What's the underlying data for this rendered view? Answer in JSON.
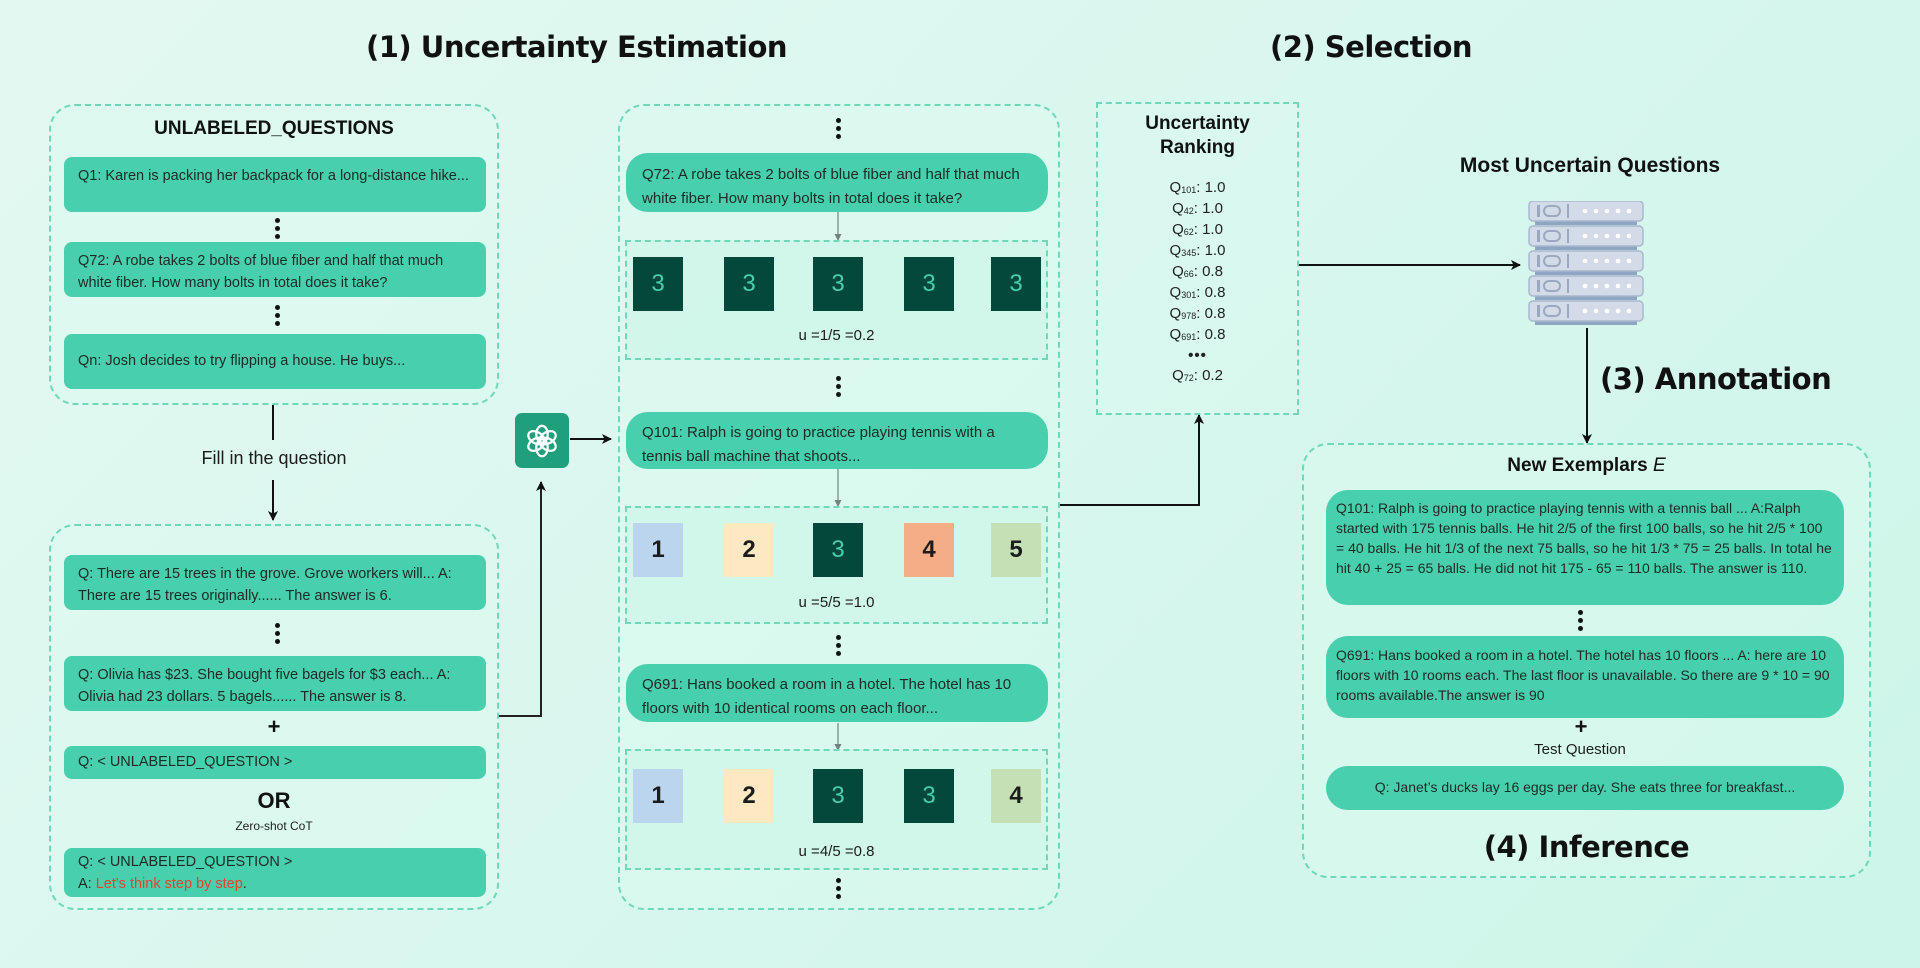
{
  "titles": {
    "uncertainty_estimation": "(1) Uncertainty Estimation",
    "selection": "(2) Selection",
    "annotation": "(3) Annotation",
    "inference": "(4) Inference",
    "most_uncertain": "Most Uncertain Questions"
  },
  "unlabeled": {
    "heading": "UNLABELED_QUESTIONS",
    "questions": [
      "Q1: Karen is packing her backpack for a long-distance hike...",
      "Q72: A robe takes 2 bolts of blue fiber and half that much white fiber. How many bolts in total does it take?",
      "Qn: Josh decides to try flipping a house.  He buys..."
    ]
  },
  "fill_label": "Fill in the question",
  "prompt": {
    "exemplars": [
      "Q: There are 15 trees in the grove. Grove workers will... A: There are 15 trees originally...... The answer is 6.",
      "Q: Olivia has $23. She bought five bagels for $3 each... A: Olivia had 23 dollars. 5 bagels...... The answer is 8."
    ],
    "plus": "+",
    "placeholder_question": "Q: < UNLABELED_QUESTION >",
    "or_label": "OR",
    "zero_shot_label": "Zero-shot CoT",
    "zs_question": "Q: < UNLABELED_QUESTION >",
    "zs_answer_prefix": "A: ",
    "zs_answer_trigger": "Let's think step by step",
    "zs_answer_suffix": "."
  },
  "llm_icon": "openai-logo-icon",
  "estimation": {
    "samples": [
      {
        "question": "Q72: A robe takes 2 bolts of blue fiber and half that much white fiber. How many bolts in total does it take?",
        "answers": [
          "3",
          "3",
          "3",
          "3",
          "3"
        ],
        "answer_styles": [
          "dark",
          "dark",
          "dark",
          "dark",
          "dark"
        ],
        "uncertainty": "u =1/5 =0.2"
      },
      {
        "question": "Q101: Ralph is going to practice playing tennis with a tennis ball machine that shoots...",
        "answers": [
          "1",
          "2",
          "3",
          "4",
          "5"
        ],
        "answer_styles": [
          "c1",
          "c2",
          "dark",
          "c4",
          "c5"
        ],
        "uncertainty": "u =5/5 =1.0"
      },
      {
        "question": "Q691: Hans booked a room in a hotel. The hotel has 10 floors with 10 identical rooms on each floor...",
        "answers": [
          "1",
          "2",
          "3",
          "3",
          "4"
        ],
        "answer_styles": [
          "c1",
          "c2",
          "dark",
          "dark",
          "c5"
        ],
        "uncertainty": "u =4/5 =0.8"
      }
    ]
  },
  "ranking": {
    "heading_line1": "Uncertainty",
    "heading_line2": "Ranking",
    "items": [
      {
        "q": "Q",
        "sub": "101",
        "score": ": 1.0"
      },
      {
        "q": "Q",
        "sub": "42",
        "score": ": 1.0"
      },
      {
        "q": "Q",
        "sub": "62",
        "score": ": 1.0"
      },
      {
        "q": "Q",
        "sub": "345",
        "score": ": 1.0"
      },
      {
        "q": "Q",
        "sub": "66",
        "score": ": 0.8"
      },
      {
        "q": "Q",
        "sub": "301",
        "score": ": 0.8"
      },
      {
        "q": "Q",
        "sub": "978",
        "score": ": 0.8"
      },
      {
        "q": "Q",
        "sub": "691",
        "score": ": 0.8"
      }
    ],
    "ellipsis": "•••",
    "last": {
      "q": "Q",
      "sub": "72",
      "score": ": 0.2"
    }
  },
  "server_icon": "server-stack-icon",
  "exemplars": {
    "heading": "New Exemplars ",
    "heading_var": "E",
    "items": [
      "Q101: Ralph is going to practice playing tennis with a tennis ball ... A:Ralph started with 175 tennis balls. He hit 2/5 of the first 100 balls, so he hit 2/5 * 100 = 40 balls. He hit 1/3 of the next 75 balls, so he hit 1/3 * 75 = 25 balls. In total he hit 40 + 25 = 65 balls. He did not hit 175 - 65 = 110 balls. The answer is 110.",
      "Q691: Hans booked a room in a hotel. The hotel has 10 floors ... A: here are 10 floors with 10 rooms each. The last floor is unavailable. So there are 9 * 10 = 90 rooms available.The answer is 90"
    ],
    "plus": "+",
    "test_label": "Test Question",
    "test_question": "Q: Janet’s ducks lay 16 eggs per day. She eats three for breakfast..."
  },
  "colors": {
    "card": "#48cfad",
    "dark_answer": "#03483a",
    "dashed_border": "#6fd8b8",
    "llm_icon_bg": "#1f9f7c",
    "trigger_text": "#e5412f"
  }
}
